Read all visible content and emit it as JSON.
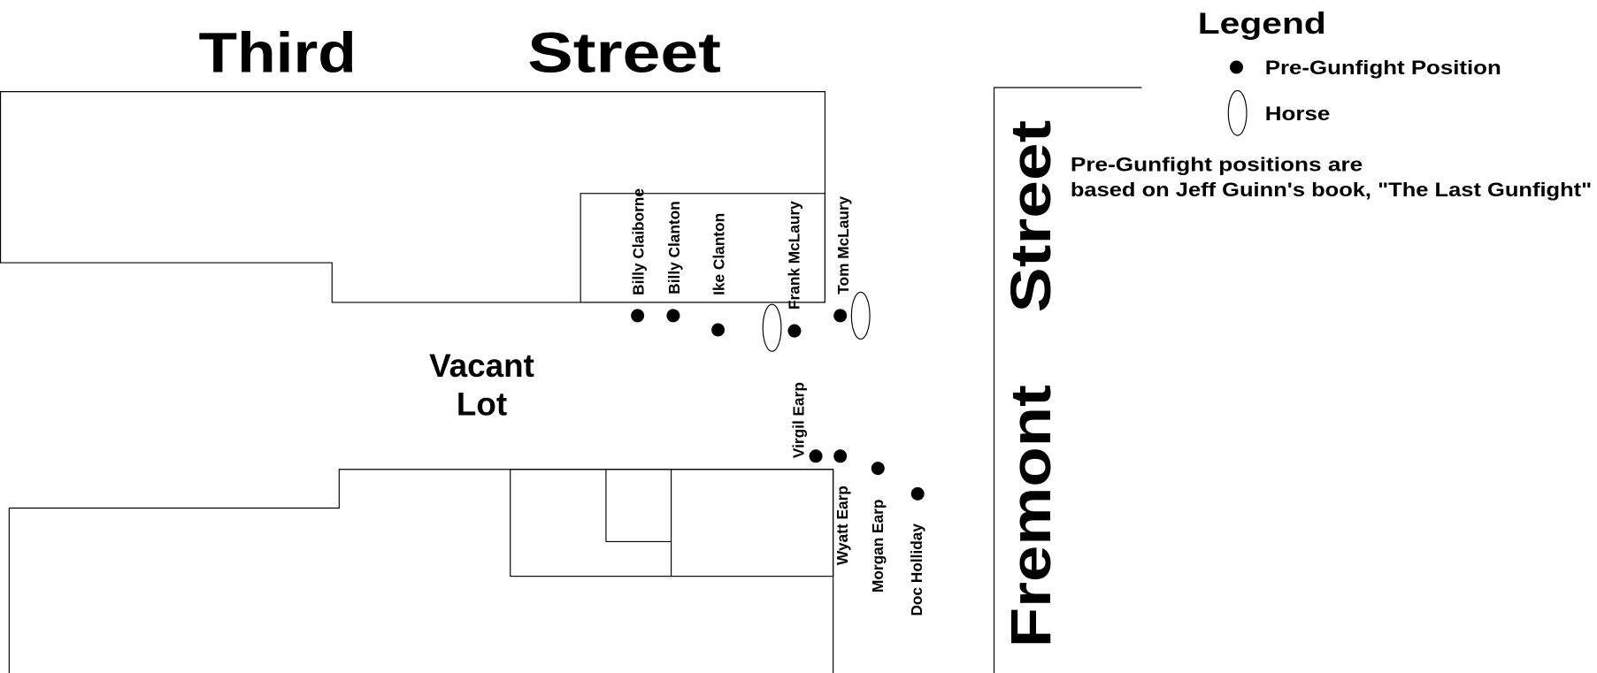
{
  "streets": {
    "third_word1": "Third",
    "third_word2": "Street",
    "fremont_word1": "Fremont",
    "fremont_word2": "Street"
  },
  "vacant_lot": {
    "line1": "Vacant",
    "line2": "Lot"
  },
  "legend": {
    "title": "Legend",
    "position_label": "Pre-Gunfight Position",
    "horse_label": "Horse",
    "note_line1": "Pre-Gunfight positions are",
    "note_line2": "based on Jeff Guinn's book, \"The Last Gunfight\""
  },
  "people": [
    {
      "name": "Billy Claiborne"
    },
    {
      "name": "Billy Clanton"
    },
    {
      "name": "Ike Clanton"
    },
    {
      "name": "Frank McLaury"
    },
    {
      "name": "Tom McLaury"
    },
    {
      "name": "Virgil Earp"
    },
    {
      "name": "Wyatt Earp"
    },
    {
      "name": "Morgan Earp"
    },
    {
      "name": "Doc Holliday"
    }
  ],
  "colors": {
    "ink": "#000000",
    "background": "#ffffff"
  }
}
